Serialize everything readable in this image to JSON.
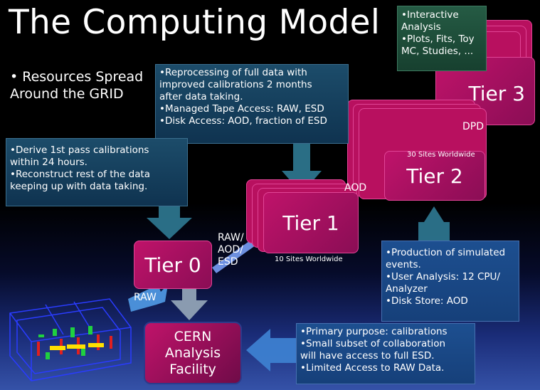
{
  "slide": {
    "title": "The Computing Model",
    "intro_bullet": "• Resources Spread Around the GRID"
  },
  "boxes": {
    "tier3": [
      "•Interactive",
      "Analysis",
      "•Plots, Fits, Toy",
      "MC, Studies, ..."
    ],
    "tier1": [
      "•Reprocessing of full data with",
      "improved calibrations 2 months",
      "after data taking.",
      "•Managed Tape Access: RAW, ESD",
      "•Disk Access: AOD, fraction of ESD"
    ],
    "tier0": [
      "•Derive 1st pass calibrations",
      "within 24 hours.",
      "•Reconstruct rest of the data",
      "keeping up with data taking."
    ],
    "tier2": [
      "•Production of simulated",
      "events.",
      "•User Analysis: 12 CPU/",
      "Analyzer",
      "•Disk Store: AOD"
    ],
    "cern": [
      "•Primary purpose: calibrations",
      "•Small subset of collaboration",
      "will have access to full ESD.",
      "•Limited Access to RAW Data."
    ]
  },
  "tiers": {
    "tier0": "Tier 0",
    "tier1": "Tier 1",
    "tier1_sites": "10 Sites Worldwide",
    "tier2": "Tier 2",
    "tier2_sites": "30 Sites Worldwide",
    "tier3": "Tier 3"
  },
  "flows": {
    "raw_aod_esd": [
      "RAW/",
      "AOD/",
      "ESD"
    ],
    "aod": "AOD",
    "dpd": "DPD",
    "raw": "RAW"
  },
  "cern": [
    "CERN",
    "Analysis",
    "Facility"
  ],
  "colors": {
    "tier_magenta": "#c0136a",
    "box_teal": "#1c4c6a",
    "box_green": "#255b44",
    "box_blue": "#1d4f90",
    "arrow_teal": "#2f7a93",
    "arrow_blue": "#3d7fd0",
    "arrow_red": "#e0142c"
  }
}
